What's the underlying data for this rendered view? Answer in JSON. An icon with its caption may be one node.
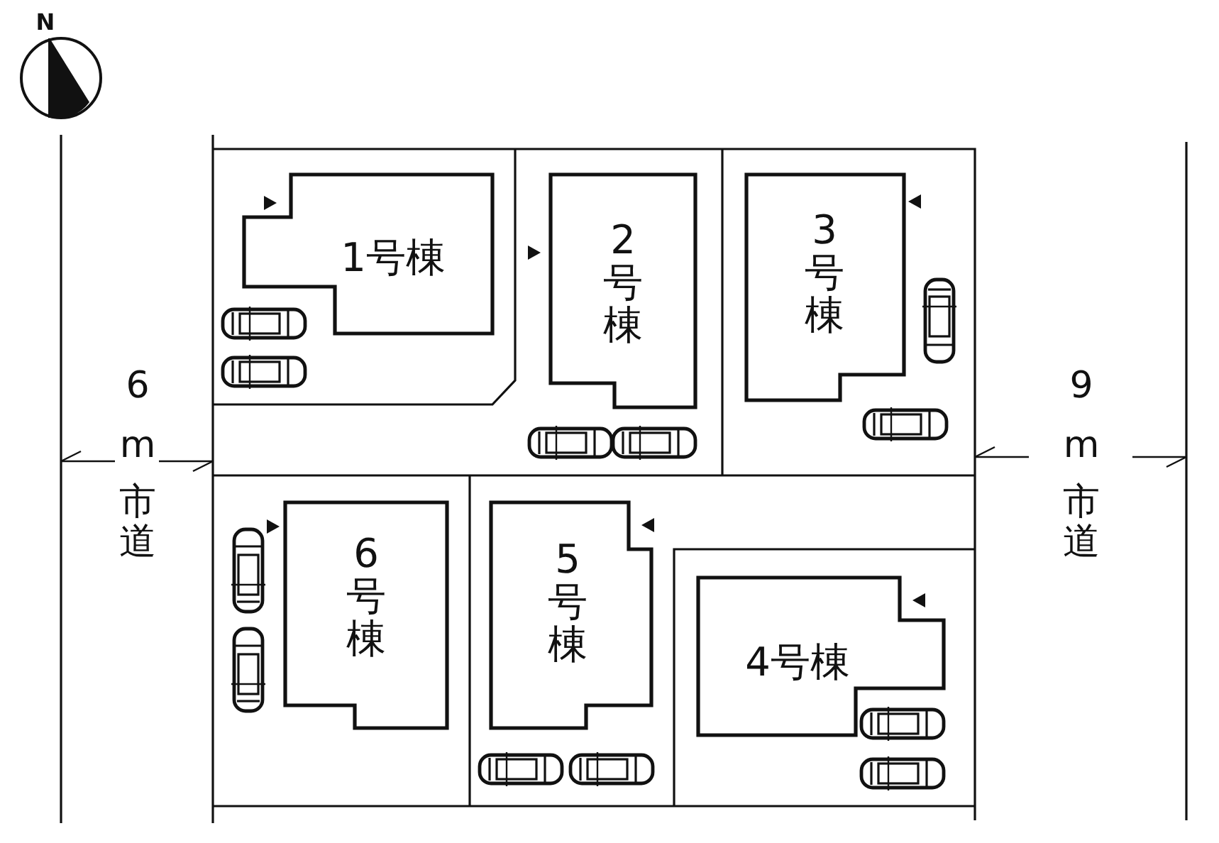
{
  "diagram": {
    "nodes": [
      {
        "text": [
          "1号棟"
        ]
      },
      {
        "text": [
          "2号棟"
        ]
      },
      {
        "text": [
          "3号棟"
        ]
      },
      {
        "text": [
          "6号棟"
        ]
      },
      {
        "text": [
          "5号棟"
        ]
      },
      {
        "text": [
          "4号棟"
        ]
      }
    ],
    "labels": [
      "N",
      "6",
      "m",
      "市道",
      "9",
      "m",
      "市道"
    ]
  }
}
